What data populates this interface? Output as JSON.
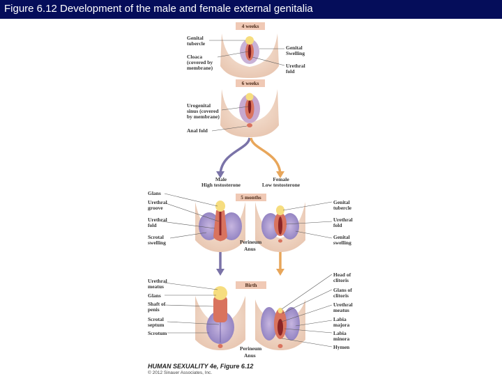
{
  "title": "Figure 6.12  Development of the male and female external genitalia",
  "stages": {
    "s4": "4 weeks",
    "s6": "6 weeks",
    "s5": "5 months",
    "birth": "Birth"
  },
  "branches": {
    "male_line1": "Male",
    "male_line2": "High testosterone",
    "female_line1": "Female",
    "female_line2": "Low testosterone"
  },
  "labels": {
    "genital_tubercle": [
      "Genital",
      "tubercle"
    ],
    "cloaca": [
      "Cloaca",
      "(covered by",
      "membrane)"
    ],
    "genital_swelling": [
      "Genital",
      "Swelling"
    ],
    "urethral_fold": [
      "Urethral",
      "fold"
    ],
    "urogenital": [
      "Urogenital",
      "sinus (covered",
      "by membrane)"
    ],
    "anal_fold": "Anal fold",
    "m_glans": "Glans",
    "m_urethral_groove": [
      "Urethral",
      "groove"
    ],
    "m_urethral_fold": [
      "Urethral",
      "fold"
    ],
    "m_scrotal_swelling": [
      "Scrotal",
      "swelling"
    ],
    "f_genital_tubercle": [
      "Genital",
      "tubercle"
    ],
    "f_urethral_fold": [
      "Urethral",
      "fold"
    ],
    "f_genital_swelling": [
      "Genital",
      "swelling"
    ],
    "perineum": "Perineum",
    "anus": "Anus",
    "b_urethral_meatus": [
      "Urethral",
      "meatus"
    ],
    "b_glans": "Glans",
    "b_shaft": [
      "Shaft of",
      "penis"
    ],
    "b_scrotal_septum": [
      "Scrotal",
      "septum"
    ],
    "b_scrotum": "Scrotum",
    "b_head_clitoris": [
      "Head of",
      "clitoris"
    ],
    "b_glans_clitoris": [
      "Glans of",
      "clitoris"
    ],
    "b_urethral_meatus_f": [
      "Urethral",
      "meatus"
    ],
    "b_labia_majora": [
      "Labia",
      "majora"
    ],
    "b_labia_minora": [
      "Labia",
      "minora"
    ],
    "b_hymen": "Hymen",
    "b_perineum": "Perineum",
    "b_anus": "Anus"
  },
  "credit": {
    "line1": "HUMAN SEXUALITY 4e, Figure 6.12",
    "line2": "© 2012 Sinauer Associates, Inc."
  },
  "colors": {
    "title_bar": "#050d5a",
    "stage_box": "#f0c9b5",
    "skin": "#f3dccb",
    "male_arrow": "#7a73a8",
    "female_arrow": "#e8a65a",
    "swelling": "#a79ad0",
    "fold": "#d9735e",
    "tubercle": "#f6dd7f"
  }
}
